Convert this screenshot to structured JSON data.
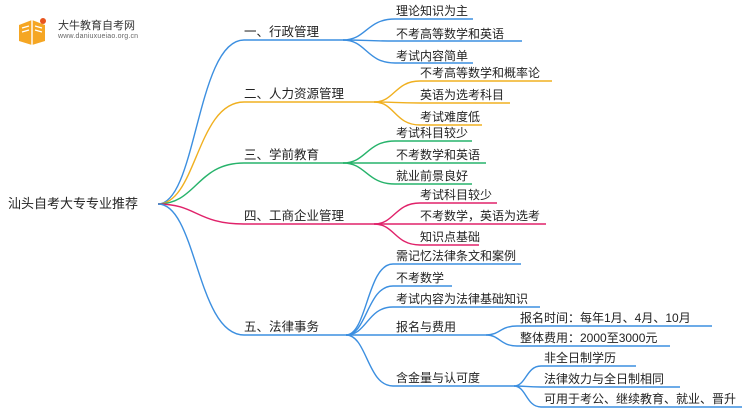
{
  "logo": {
    "title": "大牛教育自考网",
    "url": "www.daniuxueiao.org.cn",
    "book_color": "#f5a623",
    "book_accent": "#e8541e"
  },
  "root": {
    "label": "汕头自考大专专业推荐"
  },
  "branches": [
    {
      "label": "一、行政管理",
      "color": "#3c8fe0",
      "children": [
        {
          "label": "理论知识为主"
        },
        {
          "label": "不考高等数学和英语"
        },
        {
          "label": "考试内容简单"
        }
      ]
    },
    {
      "label": "二、人力资源管理",
      "color": "#f0b020",
      "children": [
        {
          "label": "不考高等数学和概率论"
        },
        {
          "label": "英语为选考科目"
        },
        {
          "label": "考试难度低"
        }
      ]
    },
    {
      "label": "三、学前教育",
      "color": "#27b36b",
      "children": [
        {
          "label": "考试科目较少"
        },
        {
          "label": "不考数学和英语"
        },
        {
          "label": "就业前景良好"
        }
      ]
    },
    {
      "label": "四、工商企业管理",
      "color": "#e0226a",
      "children": [
        {
          "label": "考试科目较少"
        },
        {
          "label": "不考数学，英语为选考"
        },
        {
          "label": "知识点基础"
        }
      ]
    },
    {
      "label": "五、法律事务",
      "color": "#3c8fe0",
      "children": [
        {
          "label": "需记忆法律条文和案例"
        },
        {
          "label": "不考数学"
        },
        {
          "label": "考试内容为法律基础知识"
        },
        {
          "label": "报名与费用",
          "children": [
            {
              "label": "报名时间：每年1月、4月、10月"
            },
            {
              "label": "整体费用：2000至3000元"
            }
          ]
        },
        {
          "label": "含金量与认可度",
          "children": [
            {
              "label": "非全日制学历"
            },
            {
              "label": "法律效力与全日制相同"
            },
            {
              "label": "可用于考公、继续教育、就业、晋升"
            }
          ]
        }
      ]
    }
  ]
}
